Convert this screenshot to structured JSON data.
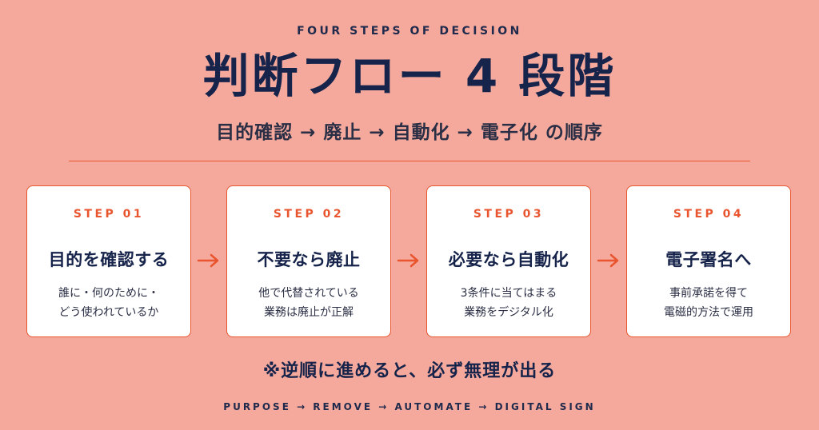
{
  "header": {
    "eyebrow": "FOUR STEPS OF DECISION",
    "title": "判断フロー 4 段階",
    "subtitle": "目的確認 → 廃止 → 自動化 → 電子化 の順序"
  },
  "steps": [
    {
      "label": "STEP 01",
      "title": "目的を確認する",
      "desc_line1": "誰に・何のために・",
      "desc_line2": "どう使われているか"
    },
    {
      "label": "STEP 02",
      "title": "不要なら廃止",
      "desc_line1": "他で代替されている",
      "desc_line2": "業務は廃止が正解"
    },
    {
      "label": "STEP 03",
      "title": "必要なら自動化",
      "desc_line1": "3条件に当てはまる",
      "desc_line2": "業務をデジタル化"
    },
    {
      "label": "STEP 04",
      "title": "電子署名へ",
      "desc_line1": "事前承諾を得て",
      "desc_line2": "電磁的方法で運用"
    }
  ],
  "note": "※逆順に進めると、必ず無理が出る",
  "footer": "PURPOSE → REMOVE → AUTOMATE → DIGITAL SIGN",
  "colors": {
    "background": "#f5a99c",
    "accent": "#e8552f",
    "text": "#16234a",
    "card": "#ffffff"
  },
  "icons": {
    "arrow": "arrow-right-icon"
  }
}
